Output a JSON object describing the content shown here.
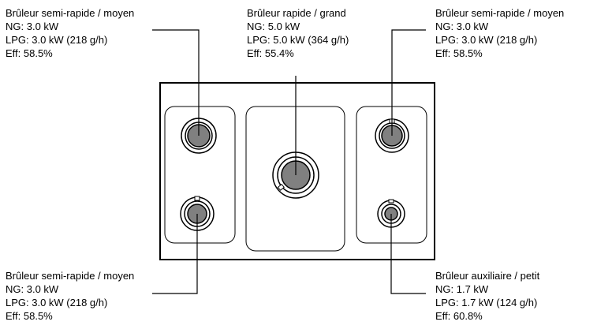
{
  "burners": [
    {
      "id": "top-left",
      "title": "Brûleur semi-rapide / moyen",
      "ng": "NG: 3.0 kW",
      "lpg": "LPG: 3.0 kW (218 g/h)",
      "eff": "Eff: 58.5%"
    },
    {
      "id": "center",
      "title": "Brûleur rapide / grand",
      "ng": "NG: 5.0 kW",
      "lpg": "LPG: 5.0 kW (364 g/h)",
      "eff": "Eff: 55.4%"
    },
    {
      "id": "top-right",
      "title": "Brûleur semi-rapide / moyen",
      "ng": "NG: 3.0 kW",
      "lpg": "LPG: 3.0 kW (218 g/h)",
      "eff": "Eff: 58.5%"
    },
    {
      "id": "bottom-left",
      "title": "Brûleur semi-rapide / moyen",
      "ng": "NG: 3.0 kW",
      "lpg": "LPG: 3.0 kW (218 g/h)",
      "eff": "Eff: 58.5%"
    },
    {
      "id": "bottom-right",
      "title": "Brûleur auxiliaire / petit",
      "ng": "NG: 1.7 kW",
      "lpg": "LPG: 1.7 kW (124 g/h)",
      "eff": "Eff: 60.8%"
    }
  ],
  "colors": {
    "burner_fill": "#808080",
    "line": "#000000"
  }
}
